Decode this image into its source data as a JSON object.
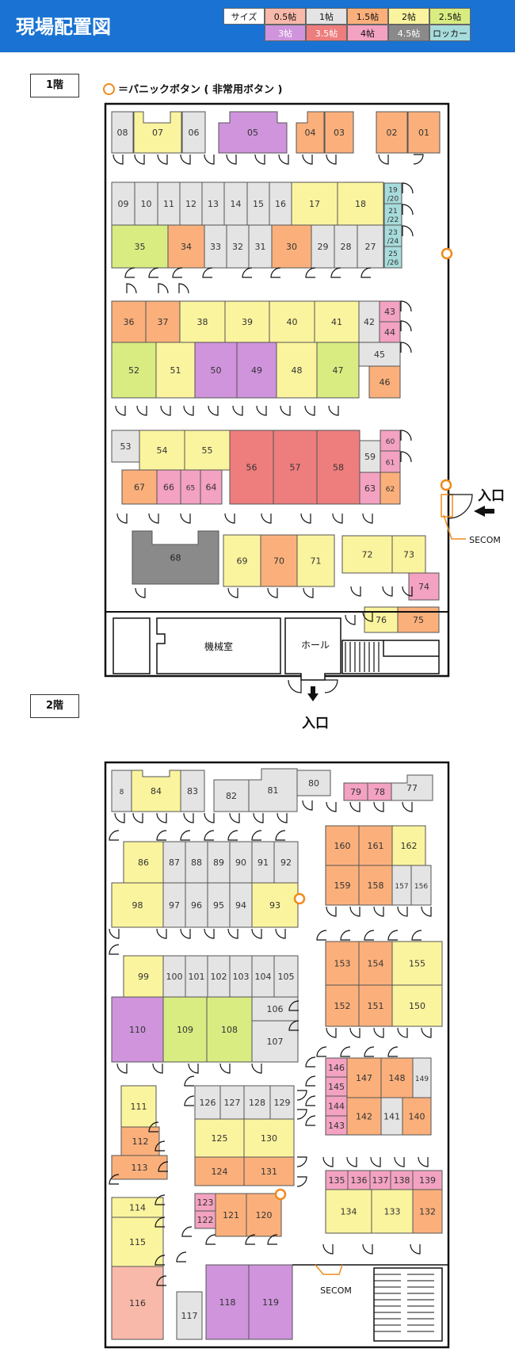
{
  "title": "現場配置図",
  "legend_label": "サイズ",
  "palette": {
    "s05": "#f9b9aa",
    "s1": "#e4e4e4",
    "s15": "#fbb07b",
    "s2": "#fbf49e",
    "s25": "#d8ec82",
    "s3": "#cf94dc",
    "s35": "#ee7d7d",
    "s4": "#f3a2c1",
    "s45": "#8a8a8a",
    "lk": "#a8dcdc",
    "wall": "#111111",
    "door": "#111111",
    "panic": "#f08a1c"
  },
  "legend": [
    {
      "label": "0.5帖",
      "key": "s05"
    },
    {
      "label": "1帖",
      "key": "s1"
    },
    {
      "label": "1.5帖",
      "key": "s15"
    },
    {
      "label": "2帖",
      "key": "s2"
    },
    {
      "label": "2.5帖",
      "key": "s25"
    },
    {
      "label": "3帖",
      "key": "s3"
    },
    {
      "label": "3.5帖",
      "key": "s35"
    },
    {
      "label": "4帖",
      "key": "s4"
    },
    {
      "label": "4.5帖",
      "key": "s45"
    },
    {
      "label": "ロッカー",
      "key": "lk"
    }
  ],
  "floor1": {
    "label": "1階",
    "panic_note": "＝パニックボタン ( 非常用ボタン )",
    "entrance_right": "入口",
    "entrance_bottom": "入口",
    "secom": "SECOM",
    "machine_room": "機械室",
    "hall": "ホール",
    "units": [
      {
        "n": "08",
        "k": "s1"
      },
      {
        "n": "07",
        "k": "s2"
      },
      {
        "n": "06",
        "k": "s1"
      },
      {
        "n": "05",
        "k": "s3"
      },
      {
        "n": "04",
        "k": "s15"
      },
      {
        "n": "03",
        "k": "s15"
      },
      {
        "n": "02",
        "k": "s15"
      },
      {
        "n": "01",
        "k": "s15"
      },
      {
        "n": "09",
        "k": "s1"
      },
      {
        "n": "10",
        "k": "s1"
      },
      {
        "n": "11",
        "k": "s1"
      },
      {
        "n": "12",
        "k": "s1"
      },
      {
        "n": "13",
        "k": "s1"
      },
      {
        "n": "14",
        "k": "s1"
      },
      {
        "n": "15",
        "k": "s1"
      },
      {
        "n": "16",
        "k": "s1"
      },
      {
        "n": "17",
        "k": "s2"
      },
      {
        "n": "18",
        "k": "s2"
      },
      {
        "n": "19\n/20",
        "k": "lk"
      },
      {
        "n": "21\n/22",
        "k": "lk"
      },
      {
        "n": "23\n/24",
        "k": "lk"
      },
      {
        "n": "25\n/26",
        "k": "lk"
      },
      {
        "n": "35",
        "k": "s25"
      },
      {
        "n": "34",
        "k": "s15"
      },
      {
        "n": "33",
        "k": "s1"
      },
      {
        "n": "32",
        "k": "s1"
      },
      {
        "n": "31",
        "k": "s1"
      },
      {
        "n": "30",
        "k": "s15"
      },
      {
        "n": "29",
        "k": "s1"
      },
      {
        "n": "28",
        "k": "s1"
      },
      {
        "n": "27",
        "k": "s1"
      },
      {
        "n": "36",
        "k": "s15"
      },
      {
        "n": "37",
        "k": "s15"
      },
      {
        "n": "38",
        "k": "s2"
      },
      {
        "n": "39",
        "k": "s2"
      },
      {
        "n": "40",
        "k": "s2"
      },
      {
        "n": "41",
        "k": "s2"
      },
      {
        "n": "42",
        "k": "s1"
      },
      {
        "n": "43",
        "k": "s4"
      },
      {
        "n": "44",
        "k": "s4"
      },
      {
        "n": "52",
        "k": "s25"
      },
      {
        "n": "51",
        "k": "s2"
      },
      {
        "n": "50",
        "k": "s3"
      },
      {
        "n": "49",
        "k": "s3"
      },
      {
        "n": "48",
        "k": "s2"
      },
      {
        "n": "47",
        "k": "s25"
      },
      {
        "n": "45",
        "k": "s1"
      },
      {
        "n": "46",
        "k": "s15"
      },
      {
        "n": "53",
        "k": "s1"
      },
      {
        "n": "54",
        "k": "s2"
      },
      {
        "n": "55",
        "k": "s2"
      },
      {
        "n": "56",
        "k": "s35"
      },
      {
        "n": "57",
        "k": "s35"
      },
      {
        "n": "58",
        "k": "s35"
      },
      {
        "n": "59",
        "k": "s1"
      },
      {
        "n": "60",
        "k": "s4"
      },
      {
        "n": "61",
        "k": "s4"
      },
      {
        "n": "67",
        "k": "s15"
      },
      {
        "n": "66",
        "k": "s4"
      },
      {
        "n": "65",
        "k": "s4"
      },
      {
        "n": "64",
        "k": "s4"
      },
      {
        "n": "63",
        "k": "s4"
      },
      {
        "n": "62",
        "k": "s15"
      },
      {
        "n": "68",
        "k": "s45"
      },
      {
        "n": "69",
        "k": "s2"
      },
      {
        "n": "70",
        "k": "s15"
      },
      {
        "n": "71",
        "k": "s2"
      },
      {
        "n": "72",
        "k": "s2"
      },
      {
        "n": "73",
        "k": "s2"
      },
      {
        "n": "74",
        "k": "s4"
      },
      {
        "n": "76",
        "k": "s2"
      },
      {
        "n": "75",
        "k": "s15"
      }
    ]
  },
  "floor2": {
    "label": "2階",
    "secom": "SECOM",
    "units": [
      {
        "n": "8",
        "k": "s1"
      },
      {
        "n": "84",
        "k": "s2"
      },
      {
        "n": "83",
        "k": "s1"
      },
      {
        "n": "82",
        "k": "s1"
      },
      {
        "n": "81",
        "k": "s1"
      },
      {
        "n": "80",
        "k": "s1"
      },
      {
        "n": "79",
        "k": "s4"
      },
      {
        "n": "78",
        "k": "s4"
      },
      {
        "n": "77",
        "k": "s1"
      },
      {
        "n": "86",
        "k": "s2"
      },
      {
        "n": "87",
        "k": "s1"
      },
      {
        "n": "88",
        "k": "s1"
      },
      {
        "n": "89",
        "k": "s1"
      },
      {
        "n": "90",
        "k": "s1"
      },
      {
        "n": "91",
        "k": "s1"
      },
      {
        "n": "92",
        "k": "s1"
      },
      {
        "n": "98",
        "k": "s2"
      },
      {
        "n": "97",
        "k": "s1"
      },
      {
        "n": "96",
        "k": "s1"
      },
      {
        "n": "95",
        "k": "s1"
      },
      {
        "n": "94",
        "k": "s1"
      },
      {
        "n": "93",
        "k": "s2"
      },
      {
        "n": "160",
        "k": "s15"
      },
      {
        "n": "161",
        "k": "s15"
      },
      {
        "n": "162",
        "k": "s2"
      },
      {
        "n": "159",
        "k": "s15"
      },
      {
        "n": "158",
        "k": "s15"
      },
      {
        "n": "157",
        "k": "s1"
      },
      {
        "n": "156",
        "k": "s1"
      },
      {
        "n": "99",
        "k": "s2"
      },
      {
        "n": "100",
        "k": "s1"
      },
      {
        "n": "101",
        "k": "s1"
      },
      {
        "n": "102",
        "k": "s1"
      },
      {
        "n": "103",
        "k": "s1"
      },
      {
        "n": "104",
        "k": "s1"
      },
      {
        "n": "105",
        "k": "s1"
      },
      {
        "n": "110",
        "k": "s3"
      },
      {
        "n": "109",
        "k": "s25"
      },
      {
        "n": "108",
        "k": "s25"
      },
      {
        "n": "106",
        "k": "s1"
      },
      {
        "n": "107",
        "k": "s1"
      },
      {
        "n": "153",
        "k": "s15"
      },
      {
        "n": "154",
        "k": "s15"
      },
      {
        "n": "155",
        "k": "s2"
      },
      {
        "n": "152",
        "k": "s15"
      },
      {
        "n": "151",
        "k": "s15"
      },
      {
        "n": "150",
        "k": "s2"
      },
      {
        "n": "146",
        "k": "s4"
      },
      {
        "n": "145",
        "k": "s4"
      },
      {
        "n": "144",
        "k": "s4"
      },
      {
        "n": "143",
        "k": "s4"
      },
      {
        "n": "147",
        "k": "s15"
      },
      {
        "n": "148",
        "k": "s15"
      },
      {
        "n": "149",
        "k": "s1"
      },
      {
        "n": "142",
        "k": "s15"
      },
      {
        "n": "141",
        "k": "s1"
      },
      {
        "n": "140",
        "k": "s15"
      },
      {
        "n": "111",
        "k": "s2"
      },
      {
        "n": "112",
        "k": "s15"
      },
      {
        "n": "113",
        "k": "s15"
      },
      {
        "n": "126",
        "k": "s1"
      },
      {
        "n": "127",
        "k": "s1"
      },
      {
        "n": "128",
        "k": "s1"
      },
      {
        "n": "129",
        "k": "s1"
      },
      {
        "n": "125",
        "k": "s2"
      },
      {
        "n": "130",
        "k": "s2"
      },
      {
        "n": "124",
        "k": "s15"
      },
      {
        "n": "131",
        "k": "s15"
      },
      {
        "n": "135",
        "k": "s4"
      },
      {
        "n": "136",
        "k": "s4"
      },
      {
        "n": "137",
        "k": "s4"
      },
      {
        "n": "138",
        "k": "s4"
      },
      {
        "n": "139",
        "k": "s4"
      },
      {
        "n": "134",
        "k": "s2"
      },
      {
        "n": "133",
        "k": "s2"
      },
      {
        "n": "132",
        "k": "s15"
      },
      {
        "n": "114",
        "k": "s2"
      },
      {
        "n": "115",
        "k": "s2"
      },
      {
        "n": "116",
        "k": "s05"
      },
      {
        "n": "117",
        "k": "s1"
      },
      {
        "n": "123",
        "k": "s4"
      },
      {
        "n": "122",
        "k": "s4"
      },
      {
        "n": "121",
        "k": "s15"
      },
      {
        "n": "120",
        "k": "s15"
      },
      {
        "n": "118",
        "k": "s3"
      },
      {
        "n": "119",
        "k": "s3"
      }
    ]
  }
}
